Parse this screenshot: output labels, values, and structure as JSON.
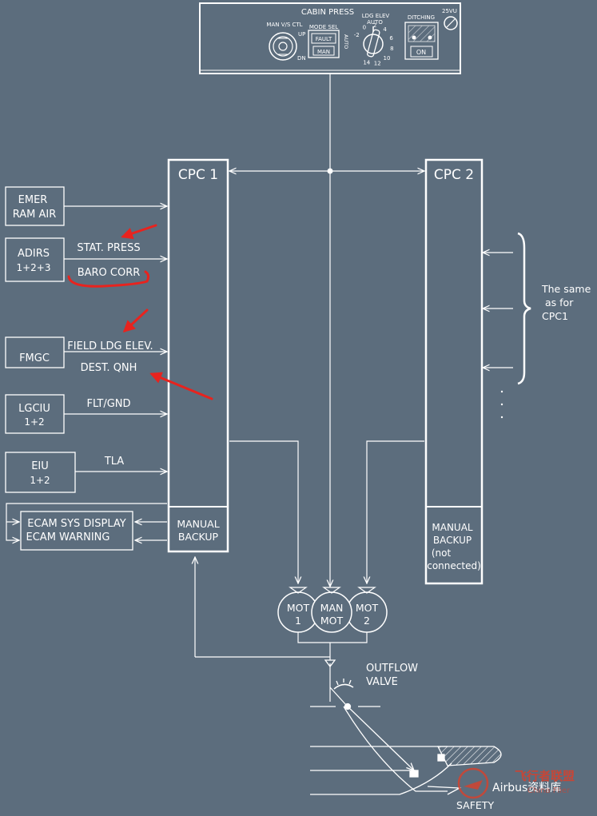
{
  "panel": {
    "title": "CABIN PRESS",
    "vu": "25VU",
    "man_vs_ctl": "MAN V/S CTL",
    "up": "UP",
    "dn": "DN",
    "mode_sel": "MODE SEL",
    "fault": "FAULT",
    "man": "MAN",
    "auto_vertical": "AUTO",
    "ldg_elev": "LDG ELEV",
    "ldg_auto": "AUTO",
    "dial_labels": [
      "-2",
      "0",
      "2",
      "4",
      "6",
      "8",
      "10",
      "12",
      "14"
    ],
    "ditching": "DITCHING",
    "on": "ON"
  },
  "cpc1": {
    "title": "CPC 1",
    "backup_line1": "MANUAL",
    "backup_line2": "BACKUP"
  },
  "cpc2": {
    "title": "CPC 2",
    "backup_line1": "MANUAL",
    "backup_line2": "BACKUP",
    "backup_line3": "(not",
    "backup_line4": "connected)"
  },
  "inputs": {
    "emer_line1": "EMER",
    "emer_line2": "RAM AIR",
    "adirs_line1": "ADIRS",
    "adirs_line2": "1+2+3",
    "stat_press": "STAT. PRESS",
    "baro_corr": "BARO CORR",
    "fmgc": "FMGC",
    "field_ldg_elev": "FIELD LDG ELEV.",
    "dest_qnh": "DEST. QNH",
    "lgciu_line1": "LGCIU",
    "lgciu_line2": "1+2",
    "flt_gnd": "FLT/GND",
    "eiu_line1": "EIU",
    "eiu_line2": "1+2",
    "tla": "TLA",
    "ecam_line1": "ECAM SYS DISPLAY",
    "ecam_line2": "ECAM WARNING"
  },
  "cpc2_note": {
    "line1": "The same",
    "line2": "as for",
    "line3": "CPC1"
  },
  "motors": {
    "mot1_line1": "MOT",
    "mot1_line2": "1",
    "man_line1": "MAN",
    "man_line2": "MOT",
    "mot2_line1": "MOT",
    "mot2_line2": "2"
  },
  "outflow": {
    "line1": "OUTFLOW",
    "line2": "VALVE",
    "safety": "SAFETY"
  },
  "watermark": {
    "airbus": "Airbus资料库",
    "cn": "飞行者联盟",
    "en": "China Flier"
  },
  "colors": {
    "background": "#5c6d7d",
    "line": "#ffffff",
    "annotation": "#e8231e",
    "watermark": "#d9402b"
  }
}
